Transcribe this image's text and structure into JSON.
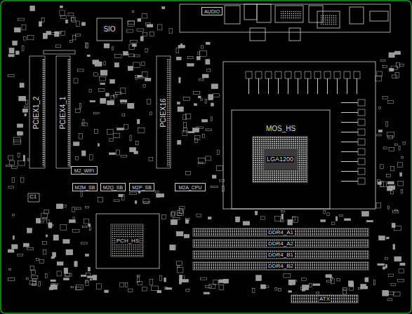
{
  "diagram": {
    "nodes": [
      {
        "text": [
          "SIO"
        ]
      },
      {
        "text": [
          "AUDIO"
        ]
      },
      {
        "text": [
          "PCIEX1_2"
        ]
      },
      {
        "text": [
          "PCIEX4_1"
        ]
      },
      {
        "text": [
          "PCIEX16"
        ]
      },
      {
        "text": [
          "M2_WIFI"
        ]
      },
      {
        "text": [
          "M2M_SB"
        ]
      },
      {
        "text": [
          "M2Q_SB"
        ]
      },
      {
        "text": [
          "M2P_SB"
        ]
      },
      {
        "text": [
          "M2A_CPU"
        ]
      },
      {
        "text": [
          "MOS_HS"
        ]
      },
      {
        "text": [
          "LGA1200"
        ],
        "in": 10
      },
      {
        "text": [
          "PCH_HS"
        ]
      },
      {
        "text": [
          "DDR4_A1"
        ]
      },
      {
        "text": [
          "DDR4_A2"
        ]
      },
      {
        "text": [
          "DDR4_B1"
        ]
      },
      {
        "text": [
          "DDR4_B2"
        ]
      },
      {
        "text": [
          "ATX"
        ]
      }
    ],
    "labels": [
      "C1"
    ]
  }
}
